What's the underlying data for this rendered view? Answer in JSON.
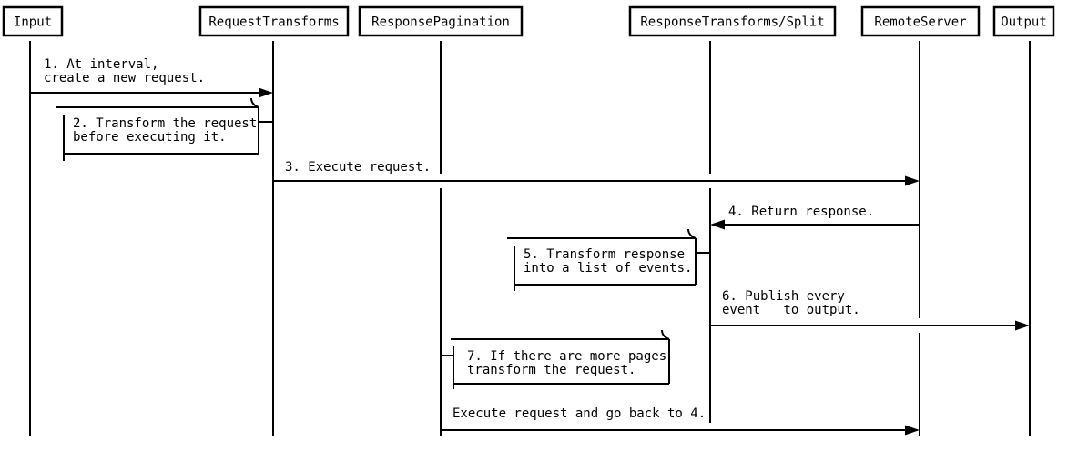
{
  "diagram": {
    "type": "sequence",
    "background_color": "#ffffff",
    "line_color": "#000000",
    "text_color": "#000000"
  },
  "participants": [
    {
      "label": "Input"
    },
    {
      "label": "RequestTransforms"
    },
    {
      "label": "ResponsePagination"
    },
    {
      "label": "ResponseTransforms/Split"
    },
    {
      "label": "RemoteServer"
    },
    {
      "label": "Output"
    }
  ],
  "messages": [
    {
      "kind": "arrow",
      "from": "Input",
      "to": "RequestTransforms",
      "lines": [
        "1. At interval,",
        "create a new request."
      ]
    },
    {
      "kind": "self-note",
      "on": "RequestTransforms",
      "lines": [
        "2. Transform the request",
        "before executing it."
      ]
    },
    {
      "kind": "arrow",
      "from": "RequestTransforms",
      "to": "RemoteServer",
      "lines": [
        "3. Execute request."
      ]
    },
    {
      "kind": "arrow",
      "from": "RemoteServer",
      "to": "ResponseTransforms/Split",
      "lines": [
        "4. Return response."
      ]
    },
    {
      "kind": "self-note",
      "on": "ResponseTransforms/Split",
      "lines": [
        "5. Transform response",
        "into a list of events."
      ]
    },
    {
      "kind": "arrow",
      "from": "ResponseTransforms/Split",
      "to": "Output",
      "lines": [
        "6. Publish every",
        "event   to output."
      ]
    },
    {
      "kind": "self-note",
      "on": "ResponsePagination",
      "lines": [
        "7. If there are more pages",
        "transform the request."
      ]
    },
    {
      "kind": "arrow",
      "from": "ResponsePagination",
      "to": "RemoteServer",
      "lines": [
        "Execute request and go back to 4."
      ]
    }
  ]
}
